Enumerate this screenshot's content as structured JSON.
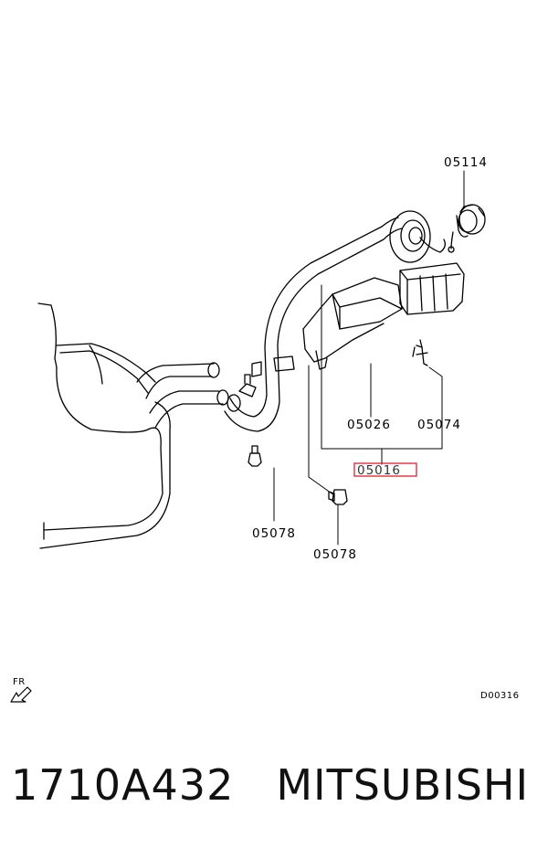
{
  "diagram": {
    "callouts": {
      "fuel_cap": "05114",
      "filler_neck_housing": "05026",
      "clip": "05074",
      "assembly": "05016",
      "bolt_left": "05078",
      "bolt_right": "05078"
    },
    "direction_label": "FR",
    "figure_code": "D00316",
    "highlight_color": "#e0202a"
  },
  "footer": {
    "part_number": "1710A432",
    "brand": "MITSUBISHI"
  }
}
